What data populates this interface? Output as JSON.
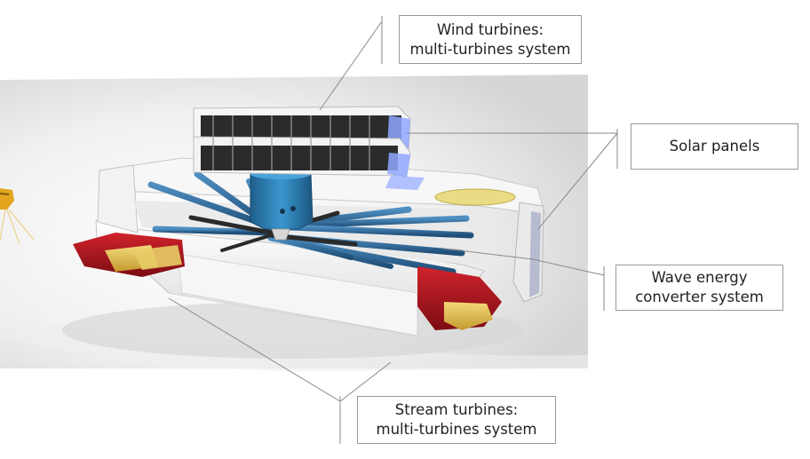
{
  "labels": {
    "wind": {
      "line1": "Wind turbines:",
      "line2": "multi-turbines system"
    },
    "solar": {
      "line1": "Solar panels"
    },
    "wave": {
      "line1": "Wave energy",
      "line2": "converter system"
    },
    "stream": {
      "line1": "Stream turbines:",
      "line2": "multi-turbines system"
    }
  },
  "colors": {
    "hull": "#f4f4f4",
    "hull_shadow": "#c9c9c9",
    "pipes": "#2f6f9e",
    "hub": "#2a7fb0",
    "floats_red": "#b3141e",
    "floats_yellow": "#e6c452",
    "turbine_blades": "#1a1a1a",
    "solar_glow": "#8fa7ff",
    "background_gradient": "#dadada",
    "leader_lines": "#8a8a8a"
  }
}
